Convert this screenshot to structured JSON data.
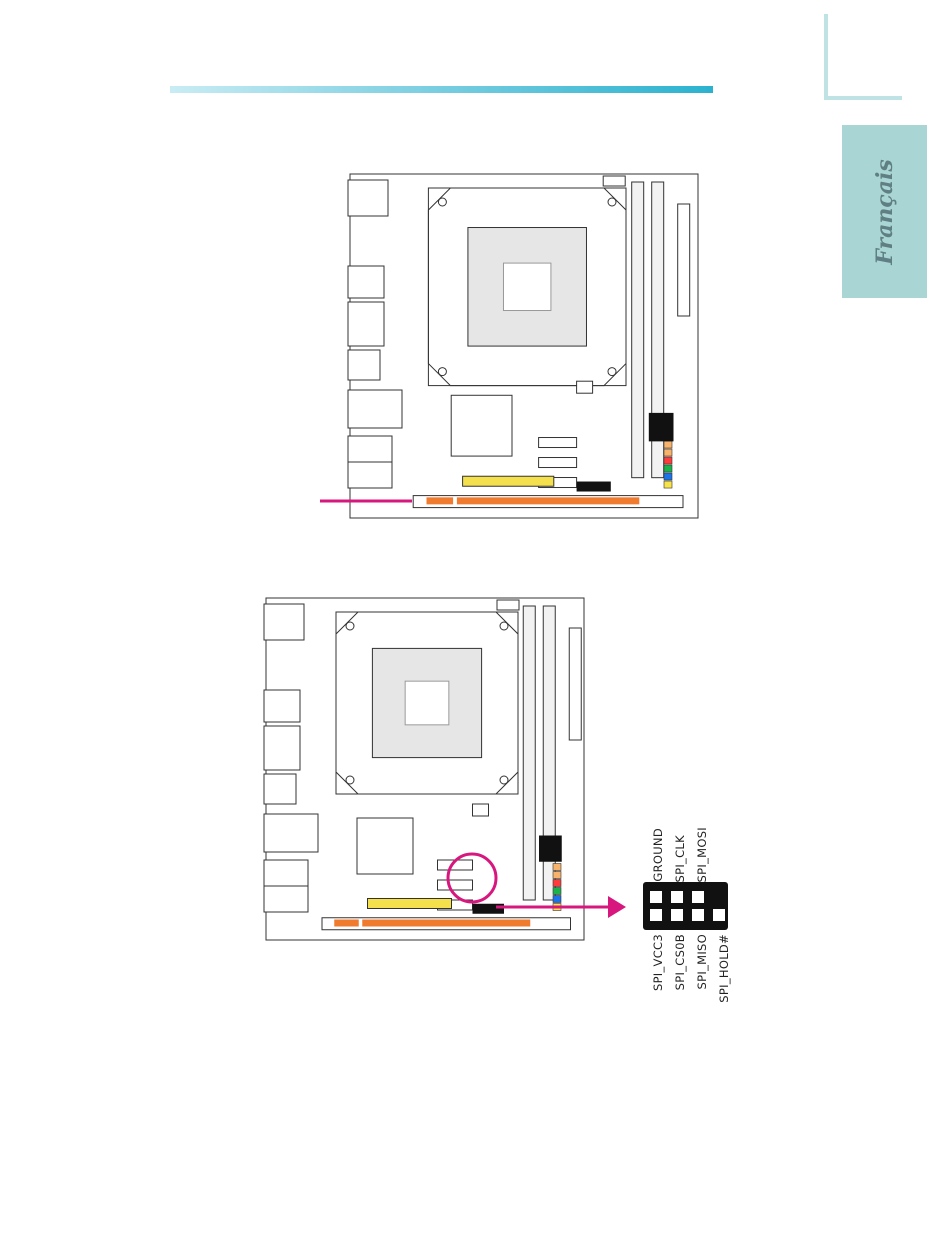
{
  "sidebar": {
    "language": "Français"
  },
  "connector": {
    "top_labels": [
      "GROUND",
      "SPI_CLK",
      "SPI_MOSI"
    ],
    "bottom_labels": [
      "SPI_VCC3",
      "SPI_CS0B",
      "SPI_MISO",
      "SPI_HOLD#"
    ]
  },
  "colors": {
    "header_gradient_start": "#c9ecf4",
    "header_gradient_end": "#2bb2cf",
    "tab_bg": "#a9d6d4",
    "tab_text": "#5f7f84",
    "highlight": "#d8177e",
    "pci_slot": "#f07b2e",
    "header_pins": "#f4e04d"
  },
  "icons": [
    "motherboard-diagram",
    "arrow-right-icon",
    "highlight-circle"
  ]
}
